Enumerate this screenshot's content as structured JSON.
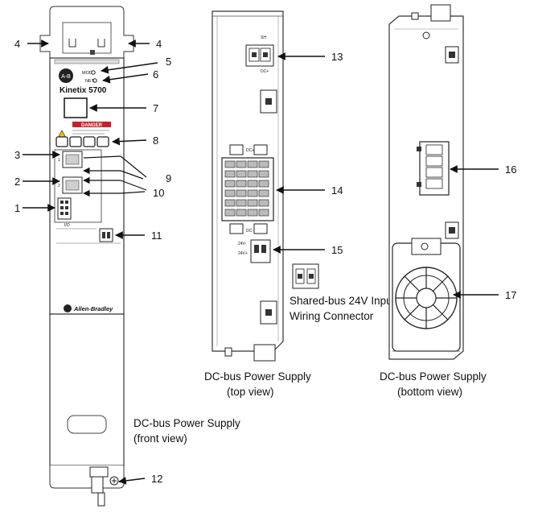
{
  "front": {
    "brand_logo": "A-B",
    "model": "Kinetix 5700",
    "mod_label": "MOD",
    "net_label": "NET",
    "danger_label": "DANGER",
    "port_1": "1",
    "port_2": "2",
    "io_label": "I/O",
    "maker": "Allen-Bradley",
    "caption_line1": "DC-bus Power Supply",
    "caption_line2": "(front view)"
  },
  "top": {
    "sh_label": "SH",
    "dcplus_label": "DC+",
    "dcplus2_label": "DC+",
    "dcminus_label": "DC-",
    "v24minus_label": "24V-",
    "v24plus_label": "24V+",
    "inset_line1": "Shared-bus 24V Input",
    "inset_line2": "Wiring Connector",
    "caption_line1": "DC-bus Power Supply",
    "caption_line2": "(top view)"
  },
  "bottom": {
    "caption_line1": "DC-bus Power Supply",
    "caption_line2": "(bottom view)"
  },
  "callouts": {
    "c1": "1",
    "c2": "2",
    "c3": "3",
    "c4a": "4",
    "c4b": "4",
    "c5": "5",
    "c6": "6",
    "c7": "7",
    "c8": "8",
    "c9": "9",
    "c10": "10",
    "c11": "11",
    "c12": "12",
    "c13": "13",
    "c14": "14",
    "c15": "15",
    "c16": "16",
    "c17": "17"
  }
}
